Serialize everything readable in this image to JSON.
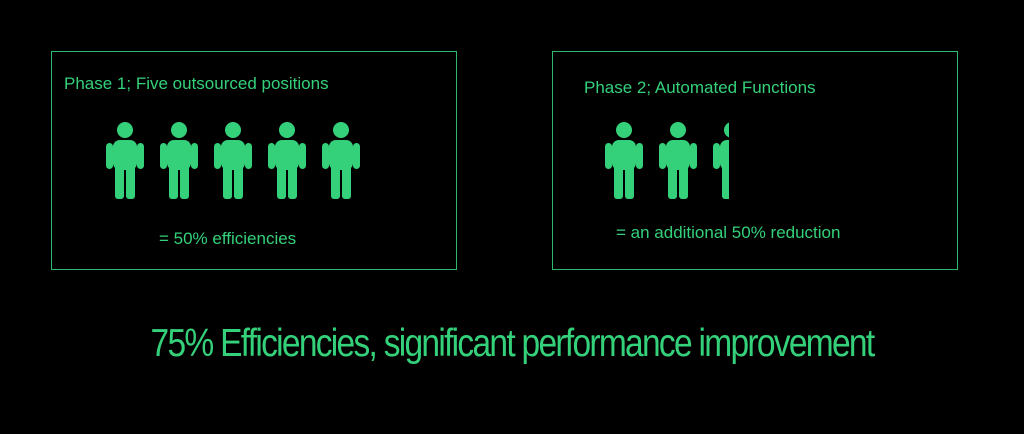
{
  "colors": {
    "background": "#000000",
    "accent": "#34d17a",
    "border": "#2fb86e"
  },
  "panels": [
    {
      "title": "Phase 1; Five outsourced positions",
      "result": "= 50% efficiencies",
      "people_count": 5,
      "icon": "person-icon"
    },
    {
      "title": "Phase 2; Automated Functions",
      "result": "= an additional 50% reduction",
      "people_count": 2.5,
      "icon": "person-icon"
    }
  ],
  "summary": "75%  Efficiencies, significant performance improvement"
}
